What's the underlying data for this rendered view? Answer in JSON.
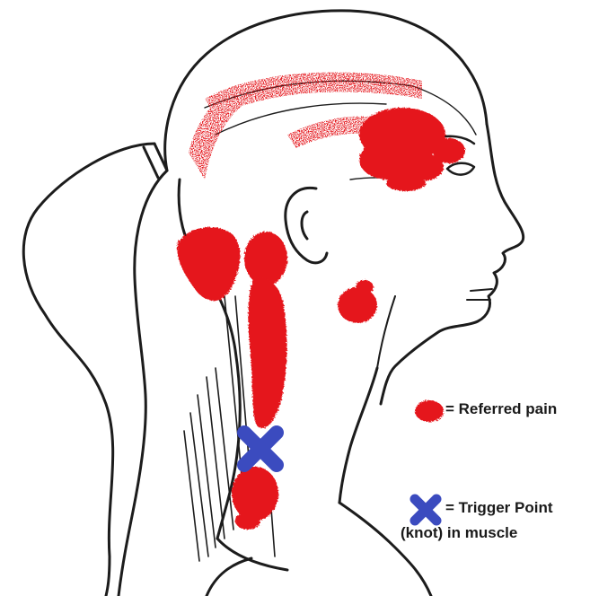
{
  "colors": {
    "line": "#1c1c1c",
    "pain": "#e5191f",
    "trigger": "#3b4bbf",
    "background": "#ffffff"
  },
  "legend": {
    "referred_pain": {
      "label": "= Referred pain",
      "icon": "red-blob-icon"
    },
    "trigger_point": {
      "line1": "= Trigger Point",
      "line2": "(knot) in  muscle",
      "icon": "blue-x-icon"
    }
  }
}
